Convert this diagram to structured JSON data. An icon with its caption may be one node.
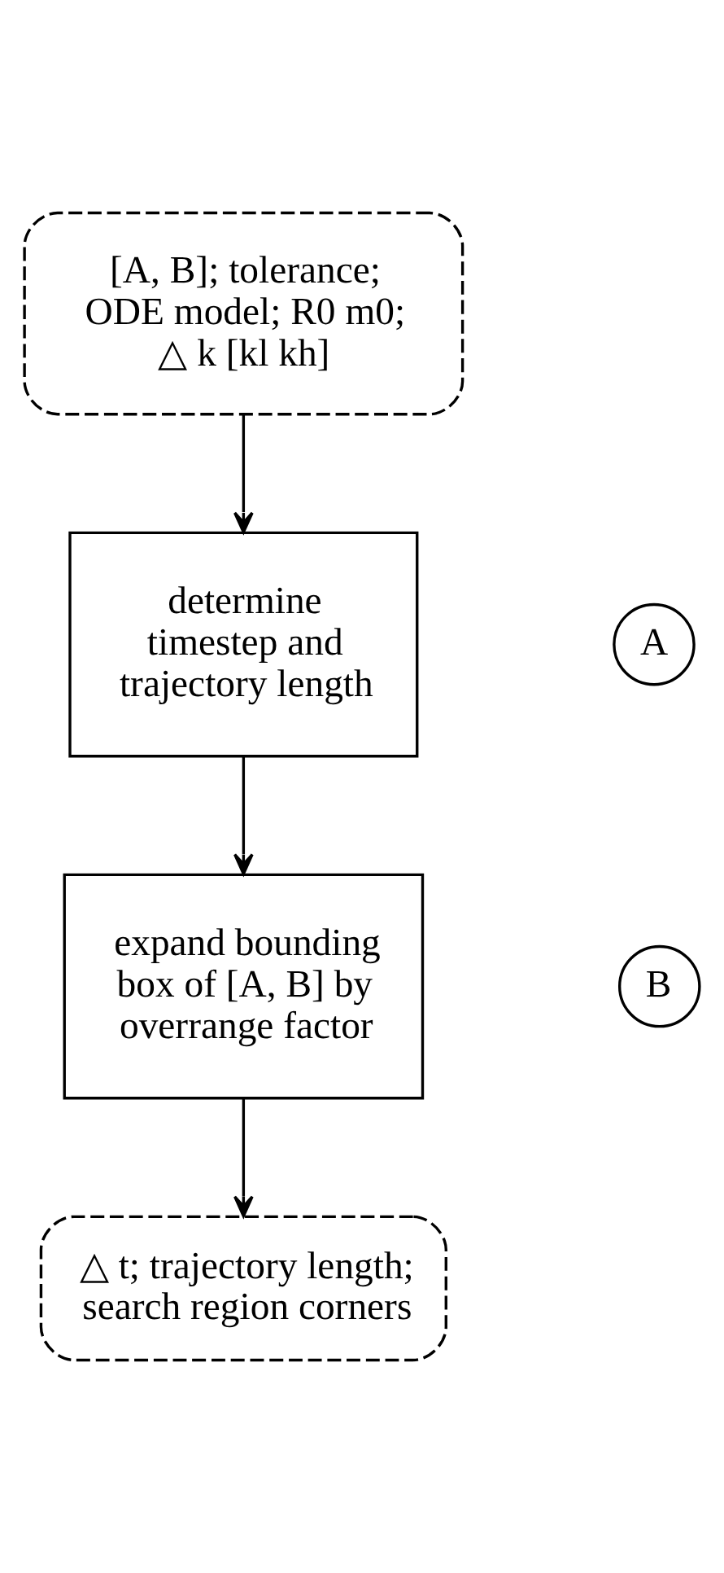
{
  "diagram": {
    "nodes": [
      {
        "text": [
          "[A, B]; tolerance; ODE model; R0 m0; △ k [kl kh]"
        ]
      },
      {
        "text": [
          "determine timestep and trajectory length"
        ]
      },
      {
        "text": [
          "A"
        ]
      },
      {
        "text": [
          "expand bounding box of [A, B] by overrange factor"
        ]
      },
      {
        "text": [
          "B"
        ]
      },
      {
        "text": [
          "△ t; trajectory length; search region corners"
        ]
      }
    ],
    "edges": [
      {
        "from": 0,
        "to": 1,
        "arrow": "to"
      },
      {
        "from": 1,
        "to": 3,
        "arrow": "to"
      },
      {
        "from": 3,
        "to": 5,
        "arrow": "to"
      }
    ]
  }
}
